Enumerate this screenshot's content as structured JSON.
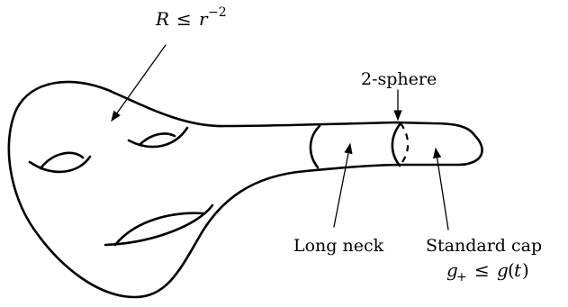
{
  "labels": {
    "curvature_R": "R",
    "curvature_le": "≤",
    "curvature_r": "r",
    "curvature_exp": "−2",
    "two_sphere": "2-sphere",
    "long_neck": "Long neck",
    "standard_cap": "Standard cap",
    "metric_g": "g",
    "metric_plus": "+",
    "metric_le": "≤",
    "metric_g2": "g",
    "metric_t": "(",
    "metric_t_var": "t",
    "metric_t_close": ")"
  }
}
